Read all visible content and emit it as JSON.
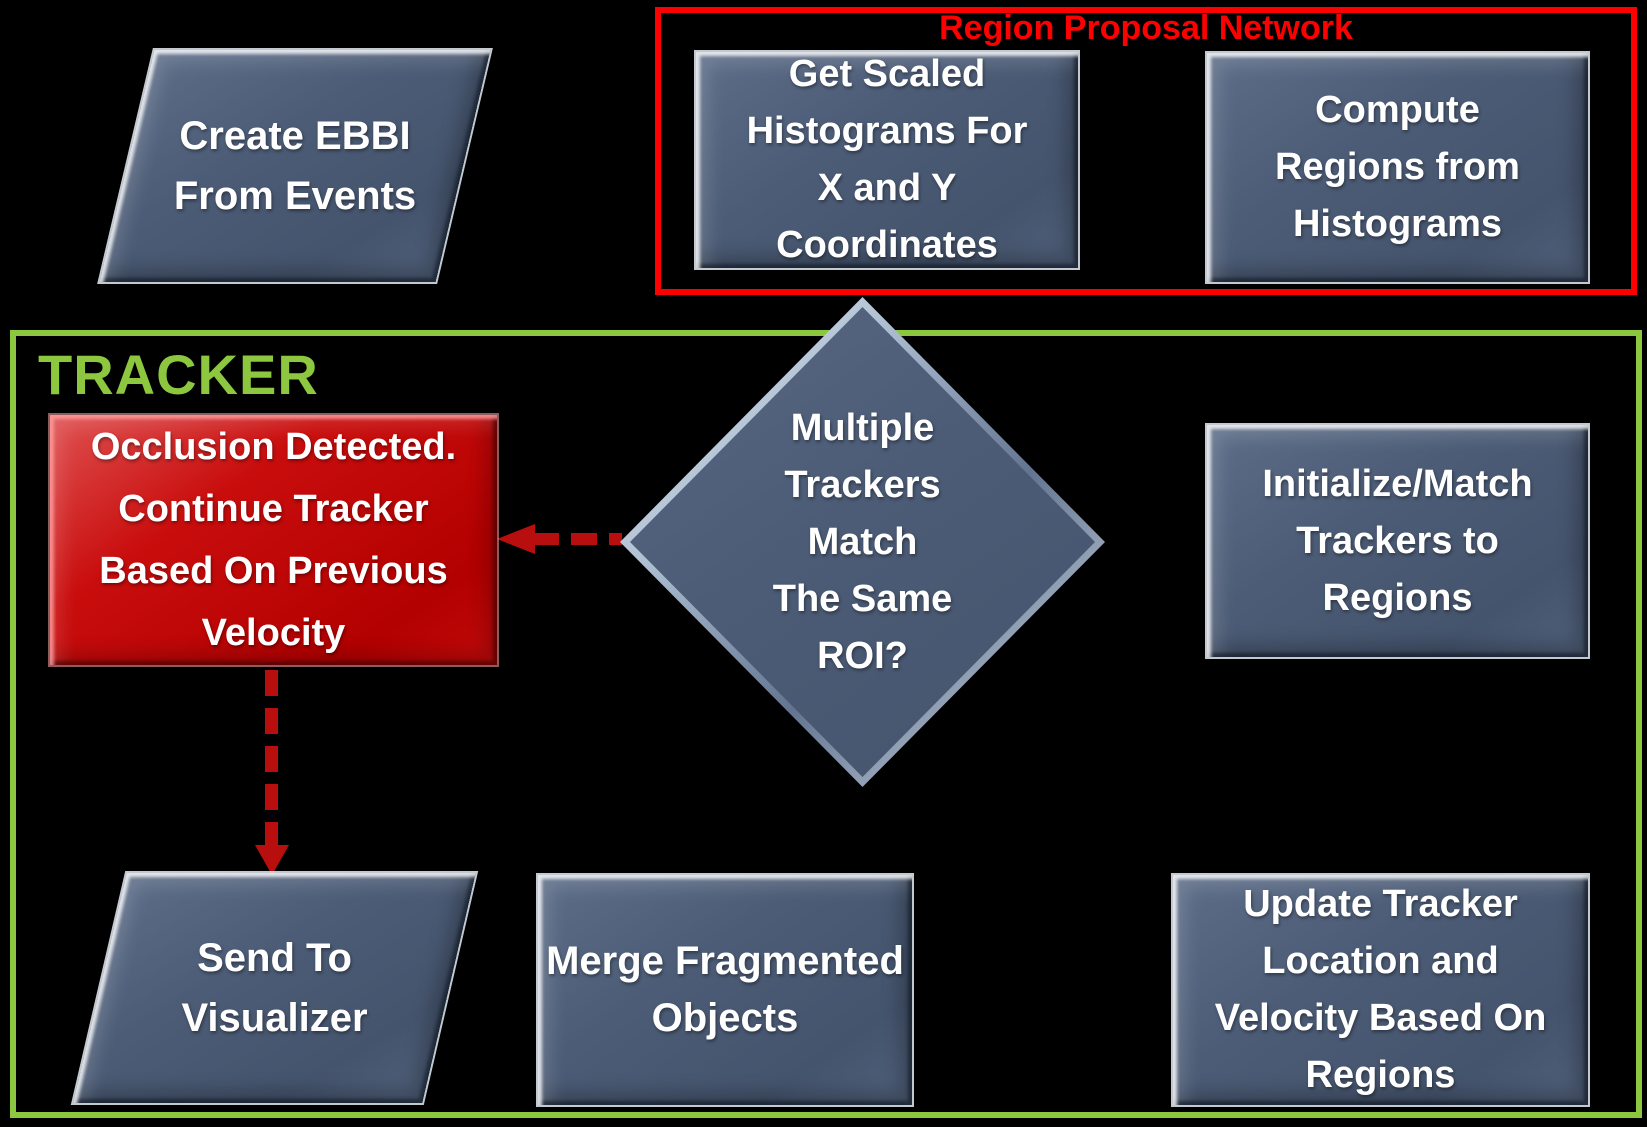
{
  "background": "#000000",
  "groups": {
    "rpn": {
      "label": "Region Proposal Network",
      "border_color": "#ff0000",
      "label_color": "#ff0000"
    },
    "tracker": {
      "label": "TRACKER",
      "border_color": "#8dc63f",
      "label_color": "#8dc63f"
    }
  },
  "nodes": {
    "create_ebbi": {
      "type": "parallelogram",
      "text": "Create EBBI\nFrom Events",
      "fill": "#4c5c76",
      "text_color": "#ffffff"
    },
    "get_histograms": {
      "type": "process",
      "text": "Get Scaled\nHistograms For\nX and Y\nCoordinates",
      "fill": "#4c5c76",
      "text_color": "#ffffff",
      "group": "rpn"
    },
    "compute_regions": {
      "type": "process",
      "text": "Compute\nRegions from\nHistograms",
      "fill": "#4c5c76",
      "text_color": "#ffffff",
      "group": "rpn"
    },
    "occlusion": {
      "type": "process",
      "text": "Occlusion Detected.\nContinue Tracker\nBased On Previous\nVelocity",
      "fill": "#c00000",
      "text_color": "#ffffff",
      "group": "tracker"
    },
    "decision_roi": {
      "type": "decision",
      "text": "Multiple\nTrackers\nMatch\nThe Same\nROI?",
      "fill": "#4c5c76",
      "text_color": "#ffffff",
      "group": "tracker"
    },
    "initialize_match": {
      "type": "process",
      "text": "Initialize/Match\nTrackers to\nRegions",
      "fill": "#4c5c76",
      "text_color": "#ffffff",
      "group": "tracker"
    },
    "send_visualizer": {
      "type": "parallelogram",
      "text": "Send To\nVisualizer",
      "fill": "#4c5c76",
      "text_color": "#ffffff",
      "group": "tracker"
    },
    "merge_fragmented": {
      "type": "process",
      "text": "Merge Fragmented\nObjects",
      "fill": "#4c5c76",
      "text_color": "#ffffff",
      "group": "tracker"
    },
    "update_tracker": {
      "type": "process",
      "text": "Update Tracker\nLocation and\nVelocity Based On\nRegions",
      "fill": "#4c5c76",
      "text_color": "#ffffff",
      "group": "tracker"
    }
  },
  "arrows": {
    "decision_to_occlusion": {
      "style": "dashed",
      "color": "#b90e0e",
      "direction": "left",
      "from": "decision_roi",
      "to": "occlusion"
    },
    "occlusion_to_visualizer": {
      "style": "dashed",
      "color": "#b90e0e",
      "direction": "down",
      "from": "occlusion",
      "to": "send_visualizer"
    }
  }
}
